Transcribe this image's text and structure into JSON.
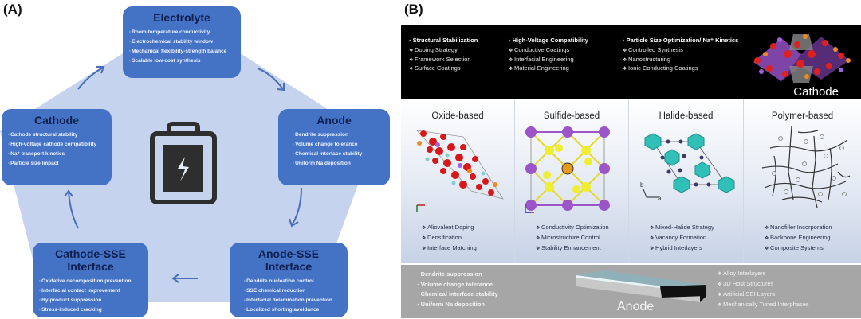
{
  "panel_a": {
    "label": "(A)",
    "colors": {
      "box": "#4472c4",
      "title": "#0f1f4f",
      "pentagon": "#c5d3ee",
      "arrow": "#4a6fb5",
      "battery": "#2e2e2e"
    },
    "center_icon": "battery-charging-icon",
    "boxes": {
      "electrolyte": {
        "title": "Electrolyte",
        "items": [
          "Room-temperature conductivity",
          "Electrochemical stability window",
          "Mechanical flexibility-strength balance",
          "Scalable low-cost synthesis"
        ]
      },
      "anode": {
        "title": "Anode",
        "items": [
          "Dendrite suppression",
          "Volume change tolerance",
          "Chemical interface stability",
          "Uniform Na deposition"
        ]
      },
      "anode_sse": {
        "title": "Anode-SSE Interface",
        "items": [
          "Dendrite nucleation control",
          "SSE chemical reduction",
          "Interfacial delamination prevention",
          "Localized shorting avoidance"
        ]
      },
      "cathode_sse": {
        "title": "Cathode-SSE Interface",
        "items": [
          "Oxidative decomposition prevention",
          "Interfacial contact improvement",
          "By-product suppression",
          "Stress-induced cracking"
        ]
      },
      "cathode": {
        "title": "Cathode",
        "items": [
          "Cathode structural stability",
          "High-voltage cathode compatibility",
          "Na⁺ transport kinetics",
          "Particle size impact"
        ]
      }
    },
    "cycle_order": [
      "Electrolyte",
      "Anode",
      "Anode-SSE Interface",
      "Cathode-SSE Interface",
      "Cathode"
    ]
  },
  "panel_b": {
    "label": "(B)",
    "cathode": {
      "label": "Cathode",
      "columns": [
        {
          "heading": "Structural Stabilization",
          "items": [
            "Doping Strategy",
            "Framework Selection",
            "Surface Coatings"
          ]
        },
        {
          "heading": "High-Voltage Compatibility",
          "items": [
            "Conductive Coatings",
            "Interfacial Engineering",
            "Material Engineering"
          ]
        },
        {
          "heading": "Particle Size Optimization/ Na⁺ Kinetics",
          "items": [
            "Controlled Synthesis",
            "Nanostructuring",
            "Ionic Conducting Coatings"
          ]
        }
      ]
    },
    "electrolytes": [
      {
        "name": "Oxide-based",
        "items": [
          "Aliovalent Doping",
          "Densification",
          "Interface Matching"
        ]
      },
      {
        "name": "Sulfide-based",
        "items": [
          "Conductivity Optimization",
          "Microstructure Control",
          "Stability Enhancement"
        ]
      },
      {
        "name": "Halide-based",
        "items": [
          "Mixed-Halide Strategy",
          "Vacancy  Formation",
          "Hybrid Interlayers"
        ],
        "axis_labels": [
          "b",
          "a"
        ]
      },
      {
        "name": "Polymer-based",
        "items": [
          "Nanofiller Incorporation",
          "Backbone Engineering",
          "Composite Systems"
        ]
      }
    ],
    "anode": {
      "label": "Anode",
      "challenges": [
        "Dendrite suppression",
        "Volume change tolerance",
        "Chemical interface stability",
        "Uniform Na deposition"
      ],
      "strategies": [
        "Alloy Interlayers",
        "3D Host Structures",
        "Artificial SEI Layers",
        "Mechanically Tuned Interphases"
      ]
    }
  }
}
